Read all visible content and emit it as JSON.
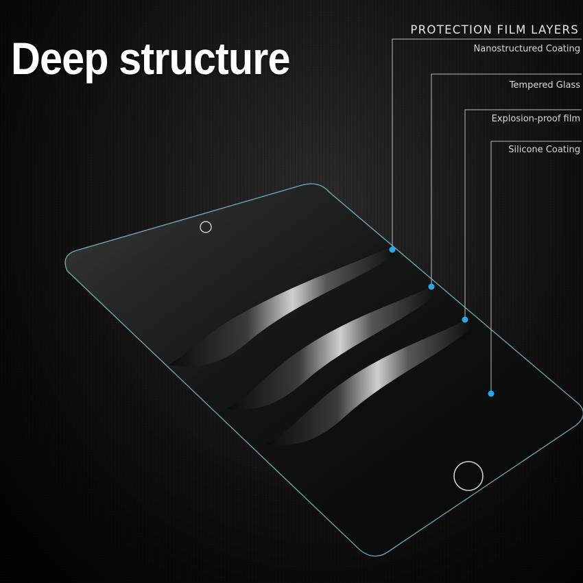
{
  "headline": "Deep structure",
  "layers_title": "PROTECTION FILM LAYERS",
  "layers": [
    {
      "label": "Nanostructured Coating"
    },
    {
      "label": "Tempered Glass"
    },
    {
      "label": "Explosion-proof film"
    },
    {
      "label": "Silicone Coating"
    }
  ],
  "colors": {
    "callout_dot": "#2aa8e6",
    "callout_line": "#bdbdbd",
    "glass_edge": "#8fd3d8"
  },
  "icons": [
    "front-camera-icon",
    "home-button-icon"
  ]
}
